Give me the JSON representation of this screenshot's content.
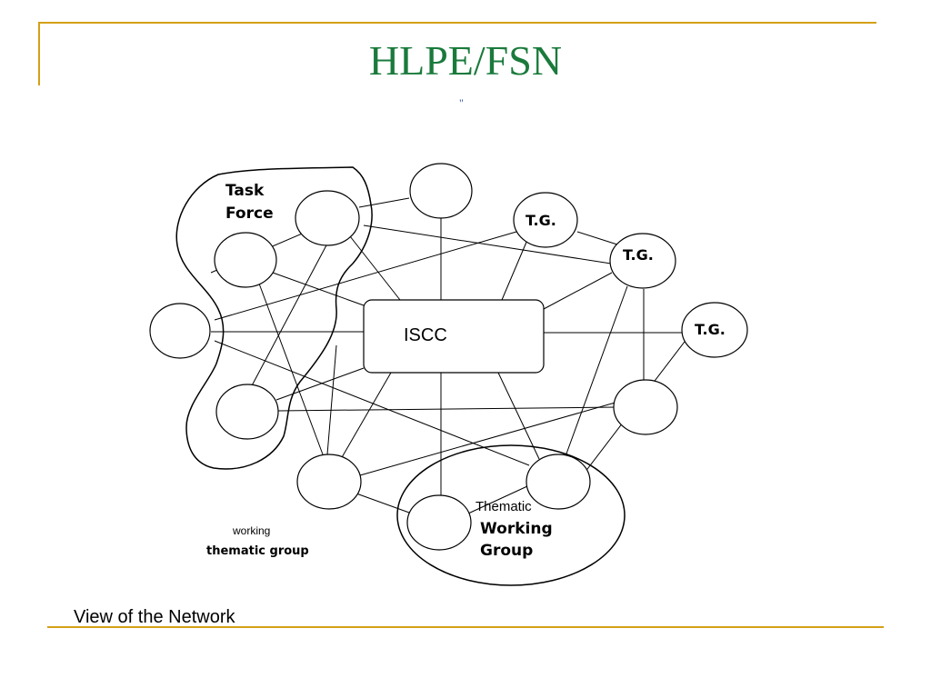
{
  "slide": {
    "title": "HLPE/FSN",
    "subtitle_mark": "\"",
    "caption": "View of the Network"
  },
  "diagram": {
    "center_label": "ISCC",
    "task_force_label_line1": "Task",
    "task_force_label_line2": "Force",
    "tg_label": "T.G.",
    "thematic_line1": "Thematic",
    "thematic_line2": "Working",
    "thematic_line3": "Group",
    "working_small": "working",
    "working_thematic_group": "thematic group"
  },
  "colors": {
    "accent_rule": "#d4a017",
    "title": "#1a7a3c"
  }
}
